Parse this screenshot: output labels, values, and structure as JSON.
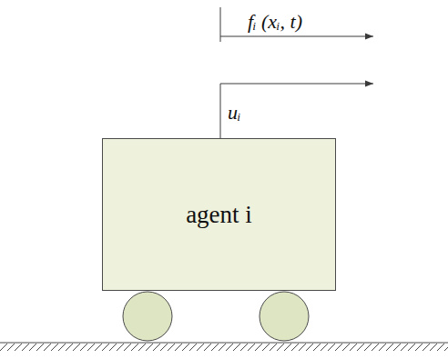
{
  "diagram": {
    "nodes": [
      {
        "text": [
          "agent i"
        ]
      }
    ],
    "labels": [
      "fᵢ (xᵢ, t)",
      "uᵢ"
    ]
  }
}
